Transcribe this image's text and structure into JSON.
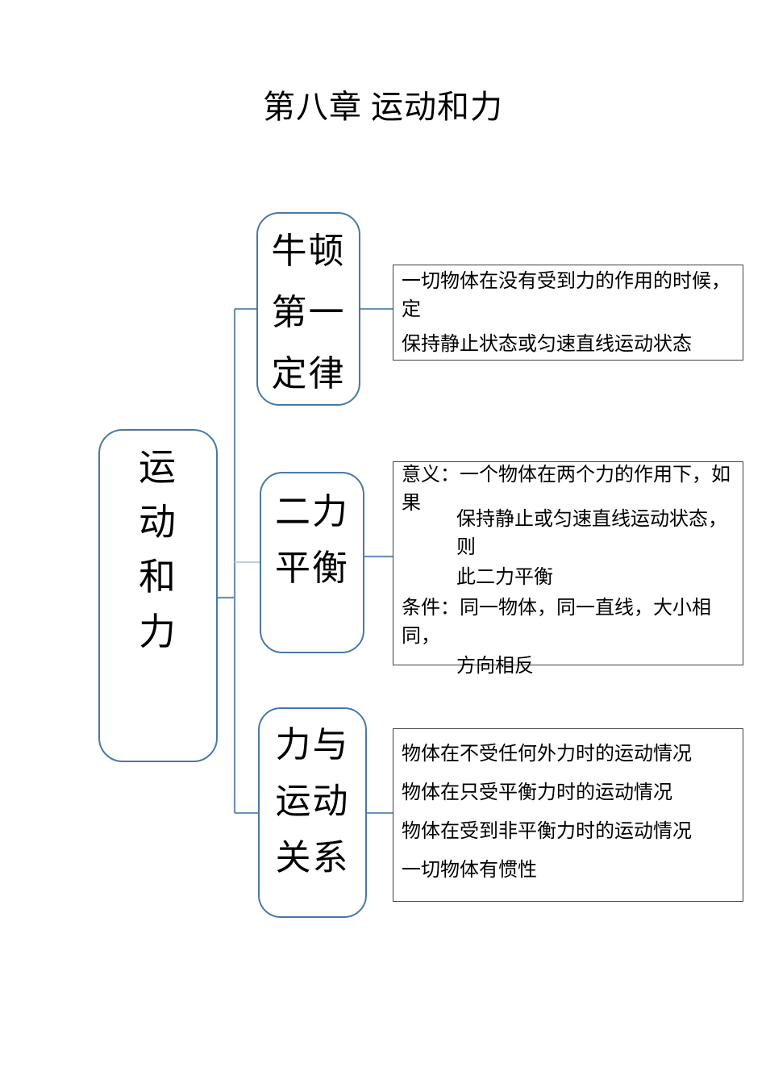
{
  "page": {
    "title": "第八章 运动和力"
  },
  "colors": {
    "node_border": "#4a78a6",
    "connector": "#6d93b8",
    "connector_light": "#bfd0e2",
    "detail_border": "#404040",
    "text": "#000000",
    "bg": "#ffffff"
  },
  "diagram": {
    "root": {
      "label": "运动和力",
      "chars": [
        "运",
        "动",
        "和",
        "力"
      ]
    },
    "nodes": [
      {
        "label": "牛顿第一定律",
        "lines": [
          "牛顿",
          "第一",
          "定律"
        ]
      },
      {
        "label": "二力平衡",
        "lines": [
          "二力",
          "平衡"
        ]
      },
      {
        "label": "力与运动关系",
        "lines": [
          "力与",
          "运动",
          "关系"
        ]
      }
    ],
    "details": [
      {
        "lines": [
          "一切物体在没有受到力的作用的时候，定",
          "保持静止状态或匀速直线运动状态"
        ]
      },
      {
        "lines": [
          "意义：一个物体在两个力的作用下，如果",
          "保持静止或匀速直线运动状态，则",
          "此二力平衡",
          "条件：同一物体，同一直线，大小相同，",
          "方向相反"
        ]
      },
      {
        "lines": [
          "物体在不受任何外力时的运动情况",
          "物体在只受平衡力时的运动情况",
          "物体在受到非平衡力时的运动情况",
          "一切物体有惯性"
        ]
      }
    ]
  }
}
